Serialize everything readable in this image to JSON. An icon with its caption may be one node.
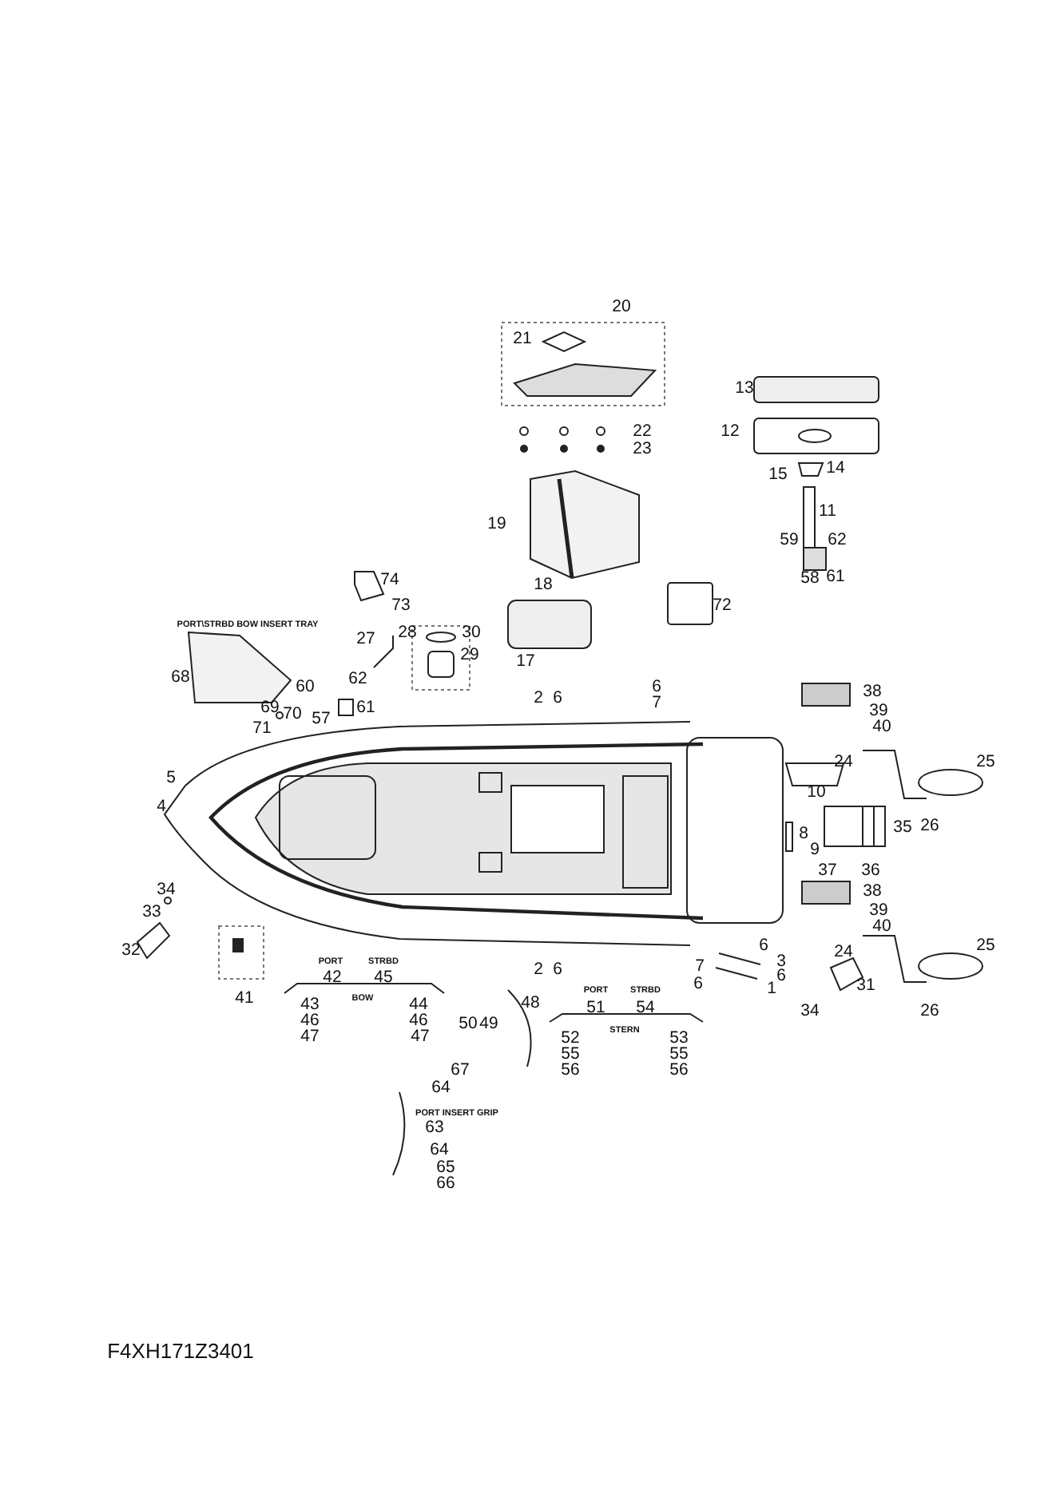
{
  "diagram": {
    "labels": [
      "20",
      "21",
      "13",
      "22",
      "12",
      "23",
      "15",
      "14",
      "11",
      "19",
      "59",
      "62",
      "58",
      "61",
      "18",
      "74",
      "73",
      "72",
      "PORT\\STRBD BOW INSERT TRAY",
      "28",
      "30",
      "27",
      "17",
      "29",
      "68",
      "60",
      "62",
      "69",
      "70",
      "61",
      "57",
      "71",
      "2",
      "6",
      "6",
      "7",
      "38",
      "39",
      "40",
      "24",
      "25",
      "10",
      "5",
      "4",
      "26",
      "8",
      "9",
      "35",
      "37",
      "36",
      "34",
      "33",
      "32",
      "38",
      "39",
      "40",
      "6",
      "25",
      "3",
      "6",
      "1",
      "2",
      "6",
      "7",
      "6",
      "24",
      "31",
      "34",
      "26",
      "41",
      "PORT",
      "42",
      "STRBD",
      "45",
      "BOW",
      "43",
      "44",
      "48",
      "50",
      "49",
      "PORT",
      "51",
      "STRBD",
      "54",
      "STERN",
      "46",
      "46",
      "47",
      "47",
      "52",
      "53",
      "55",
      "55",
      "67",
      "56",
      "56",
      "64",
      "PORT INSERT GRIP",
      "63",
      "64",
      "65",
      "66",
      "F4XH171Z3401"
    ]
  }
}
